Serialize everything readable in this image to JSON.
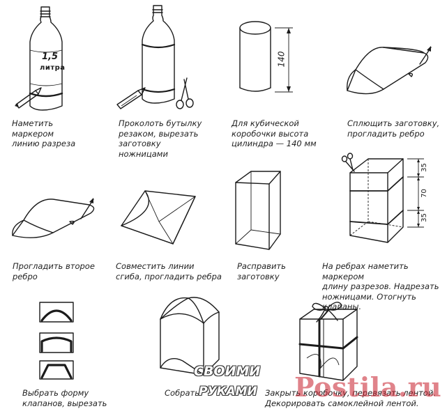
{
  "steps": [
    {
      "caption": "Наметить\nмаркером\nлинию разреза",
      "bottle_label_1": "1,5",
      "bottle_label_2": "литра"
    },
    {
      "caption": "Проколоть бутылку\nрезаком, вырезать\nзаготовку\nножницами"
    },
    {
      "caption": "Для кубической\nкоробочки высота\nцилиндра — 140 мм",
      "dimension": "140"
    },
    {
      "caption": "Сплющить заготовку,\nпрогладить ребро"
    },
    {
      "caption": "Прогладить второе\nребро"
    },
    {
      "caption": "Совместить линии\nсгиба, прогладить ребра"
    },
    {
      "caption": "Расправить\nзаготовку"
    },
    {
      "caption": "На ребрах наметить маркером\nдлину разрезов. Надрезать\nножницами. Отогнуть клапаны.",
      "dim_top": "35",
      "dim_middle": "70",
      "dim_bottom": "35"
    },
    {
      "caption": "Выбрать форму\nклапанов, вырезать"
    },
    {
      "caption": "Собрать"
    },
    {
      "caption": "Закрыть коробочку, перевязать лентой.\nДекорировать самоклейной лентой."
    }
  ],
  "logo": {
    "line1": "СВОИМИ",
    "line2": "РУКАМИ"
  },
  "watermark": "Postila.ru",
  "colors": {
    "line": "#1b1b1b",
    "watermark": "#c81e2c"
  }
}
